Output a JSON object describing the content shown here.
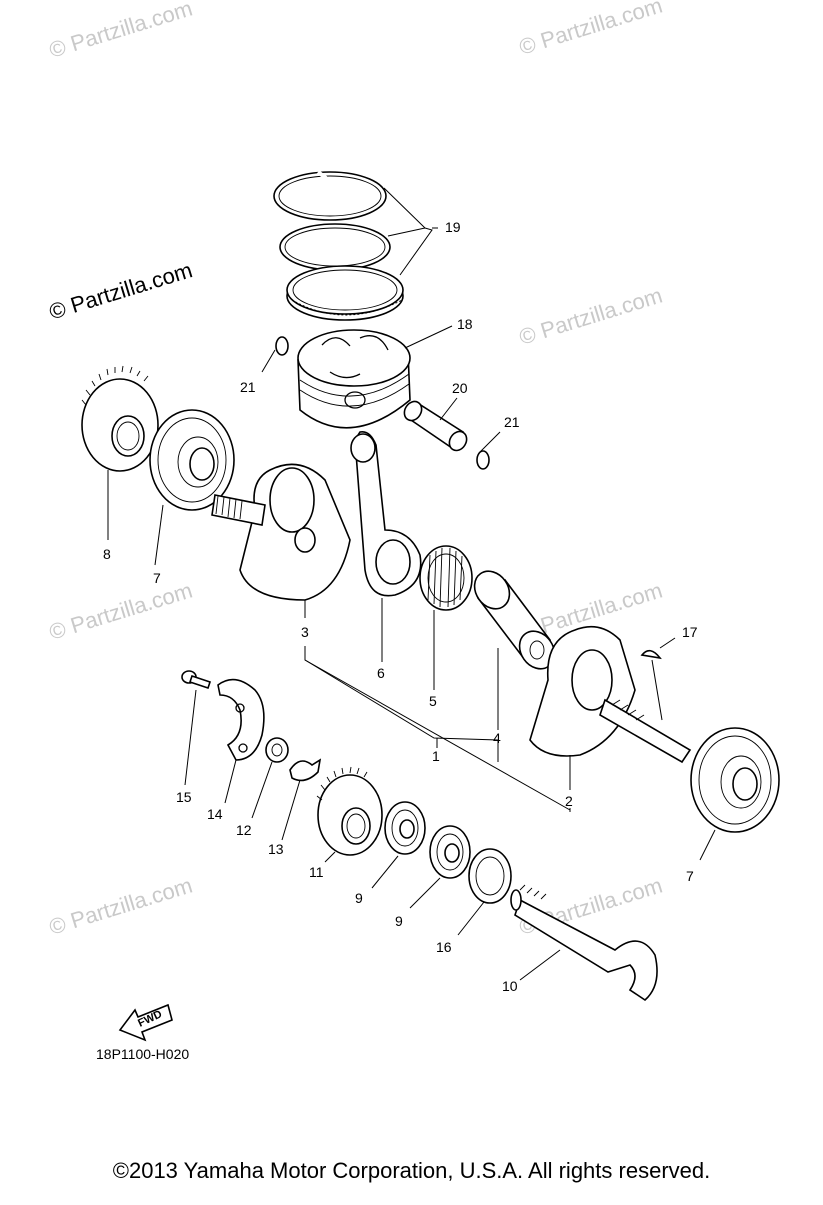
{
  "diagram": {
    "watermark_text": "© Partzilla.com",
    "brand_mark": "© Partzilla.com",
    "reference_code": "18P1100-H020",
    "fwd_label": "FWD",
    "copyright": "©2013  Yamaha Motor Corporation, U.S.A. All rights reserved.",
    "callouts": {
      "c1": "1",
      "c2": "2",
      "c3": "3",
      "c4": "4",
      "c5": "5",
      "c6": "6",
      "c7a": "7",
      "c7b": "7",
      "c8": "8",
      "c9a": "9",
      "c9b": "9",
      "c10": "10",
      "c11": "11",
      "c12": "12",
      "c13": "13",
      "c14": "14",
      "c15": "15",
      "c16": "16",
      "c17": "17",
      "c18": "18",
      "c19": "19",
      "c20": "20",
      "c21a": "21",
      "c21b": "21"
    }
  }
}
